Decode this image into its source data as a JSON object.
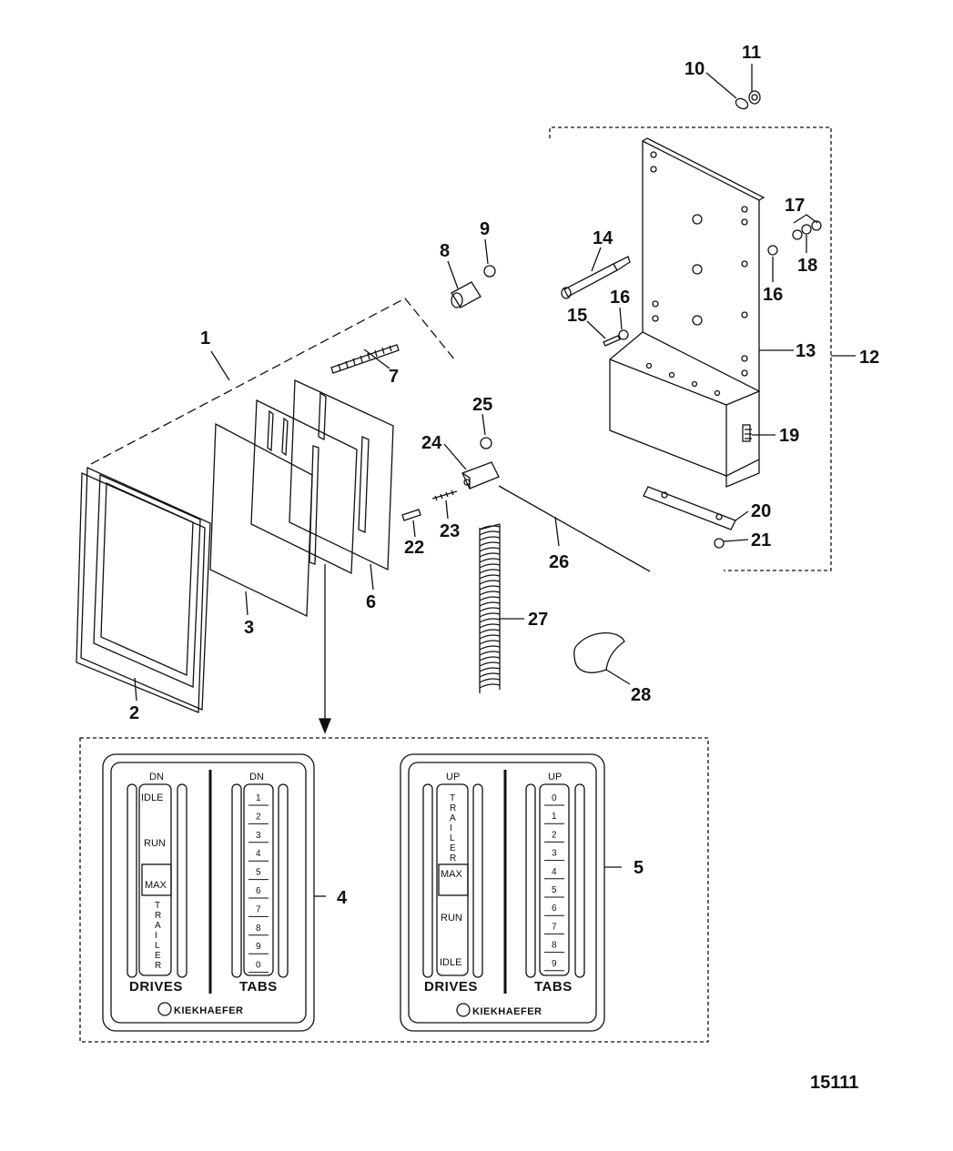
{
  "callouts": {
    "c1": "1",
    "c2": "2",
    "c3": "3",
    "c4": "4",
    "c5": "5",
    "c6": "6",
    "c7": "7",
    "c8": "8",
    "c9": "9",
    "c10": "10",
    "c11": "11",
    "c12": "12",
    "c13": "13",
    "c14": "14",
    "c15": "15",
    "c16a": "16",
    "c16b": "16",
    "c17": "17",
    "c18": "18",
    "c19": "19",
    "c20": "20",
    "c21": "21",
    "c22": "22",
    "c23": "23",
    "c24": "24",
    "c25": "25",
    "c26": "26",
    "c27": "27",
    "c28": "28"
  },
  "drawing_id": "15111",
  "panel_down": {
    "drives_header": "DN",
    "tabs_header": "DN",
    "drive_labels": {
      "idle": "IDLE",
      "run": "RUN",
      "max": "MAX"
    },
    "trailer_letters": [
      "T",
      "R",
      "A",
      "I",
      "L",
      "E",
      "R"
    ],
    "tab_scale": [
      "1",
      "2",
      "3",
      "4",
      "5",
      "6",
      "7",
      "8",
      "9",
      "0"
    ],
    "drives_label": "DRIVES",
    "tabs_label": "TABS",
    "brand": "KIEKHAEFER"
  },
  "panel_up": {
    "drives_header": "UP",
    "tabs_header": "UP",
    "drive_labels": {
      "max": "MAX",
      "run": "RUN",
      "idle": "IDLE"
    },
    "trailer_letters": [
      "T",
      "R",
      "A",
      "I",
      "L",
      "E",
      "R"
    ],
    "tab_scale": [
      "0",
      "1",
      "2",
      "3",
      "4",
      "5",
      "6",
      "7",
      "8",
      "9"
    ],
    "drives_label": "DRIVES",
    "tabs_label": "TABS",
    "brand": "KIEKHAEFER"
  }
}
